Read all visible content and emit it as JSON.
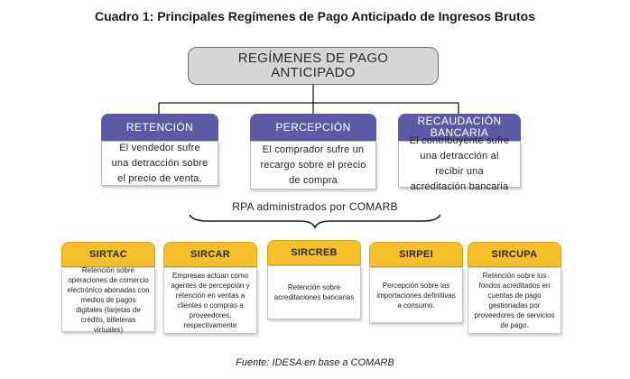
{
  "title": "Cuadro 1: Principales Regímenes de Pago Anticipado de Ingresos Brutos",
  "root": {
    "line1": "REGÍMENES DE PAGO",
    "line2": "ANTICIPADO"
  },
  "categories": [
    {
      "name": "RETENCIÓN",
      "description": "El vendedor sufre una detracción sobre el precio de venta."
    },
    {
      "name": "PERCEPCIÓN",
      "description": "El comprador sufre un recargo sobre el precio de compra"
    },
    {
      "name": "RECAUDACIÓN BANCARIA",
      "description": "El contribuyente sufre una detracción al recibir una acreditación bancaria"
    }
  ],
  "group_label": "RPA administrados por COMARB",
  "regimes": [
    {
      "name": "SIRTAC",
      "description": "Retención sobre operaciones de comercio electrónico abonadas con medios de pagos digitales (tarjetas de crédito, billeteras virtuales)"
    },
    {
      "name": "SIRCAR",
      "description": "Empresas actúan como agentes de percepción y retención en ventas a clientes o compras a proveedores, respectivamente"
    },
    {
      "name": "SIRCREB",
      "description": "Retención sobre acreditaciones bancarias"
    },
    {
      "name": "SIRPEI",
      "description": "Percepción sobre las importaciones definitivas a consumo."
    },
    {
      "name": "SIRCUPA",
      "description": "Retención sobre los fondos acreditados en cuentas de pago gestionadas por proveedores de servicios de pago."
    }
  ],
  "source": "Fuente: IDESA en base a COMARB",
  "colors": {
    "root_fill": "#d6d6d6",
    "category_header": "#5c5aa6",
    "regime_header": "#f5c02a",
    "connector": "#1a1a1a"
  }
}
